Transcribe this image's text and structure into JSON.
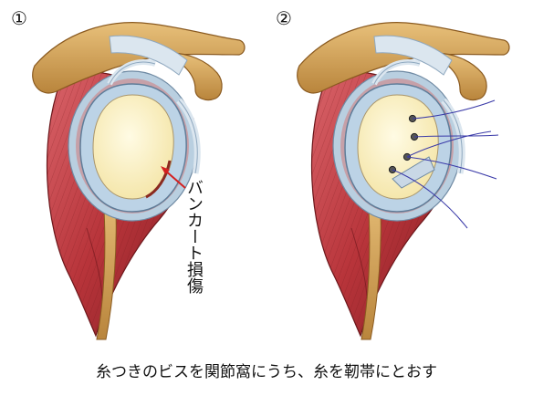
{
  "panels": [
    {
      "number": "①"
    },
    {
      "number": "②"
    }
  ],
  "label_bankart": "バンカート損傷",
  "caption": "糸つきのビスを関節窩にうち、糸を靭帯にとおす",
  "colors": {
    "bone": "#d6a860",
    "bone_edge": "#8a5a20",
    "muscle": "#b8343a",
    "muscle_light": "#d96a6a",
    "glenoid": "#fbf2c4",
    "labrum": "#bcd3e6",
    "ligament": "#dbe6ef",
    "arrow": "#d42020",
    "suture": "#3a3aa8"
  }
}
